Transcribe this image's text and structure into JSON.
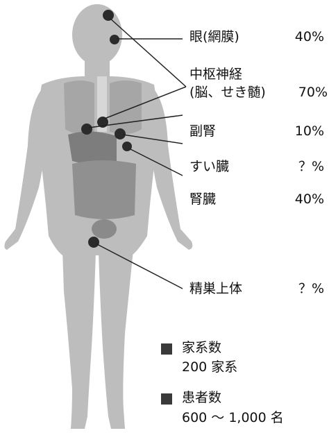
{
  "organs": [
    {
      "id": "eye",
      "name": "眼(網膜)",
      "percent": "40%"
    },
    {
      "id": "cns",
      "name_line1": "中枢神経",
      "name_line2": "(脳、せき髄)",
      "percent": "70%"
    },
    {
      "id": "adrenal",
      "name": "副腎",
      "percent": "10%"
    },
    {
      "id": "pancreas",
      "name": "すい臓",
      "percent": "？%"
    },
    {
      "id": "kidney",
      "name": "腎臓",
      "percent": "40%"
    },
    {
      "id": "epididymis",
      "name": "精巣上体",
      "percent": "？%"
    }
  ],
  "legend": {
    "families": {
      "label": "家系数",
      "value": "200 家系"
    },
    "patients": {
      "label": "患者数",
      "value": "600 ～ 1,000 名"
    }
  },
  "colors": {
    "body": "#b9b9b9",
    "organ": "#8f8f8f",
    "lesion": "#2b2b2b",
    "line": "#222222"
  }
}
